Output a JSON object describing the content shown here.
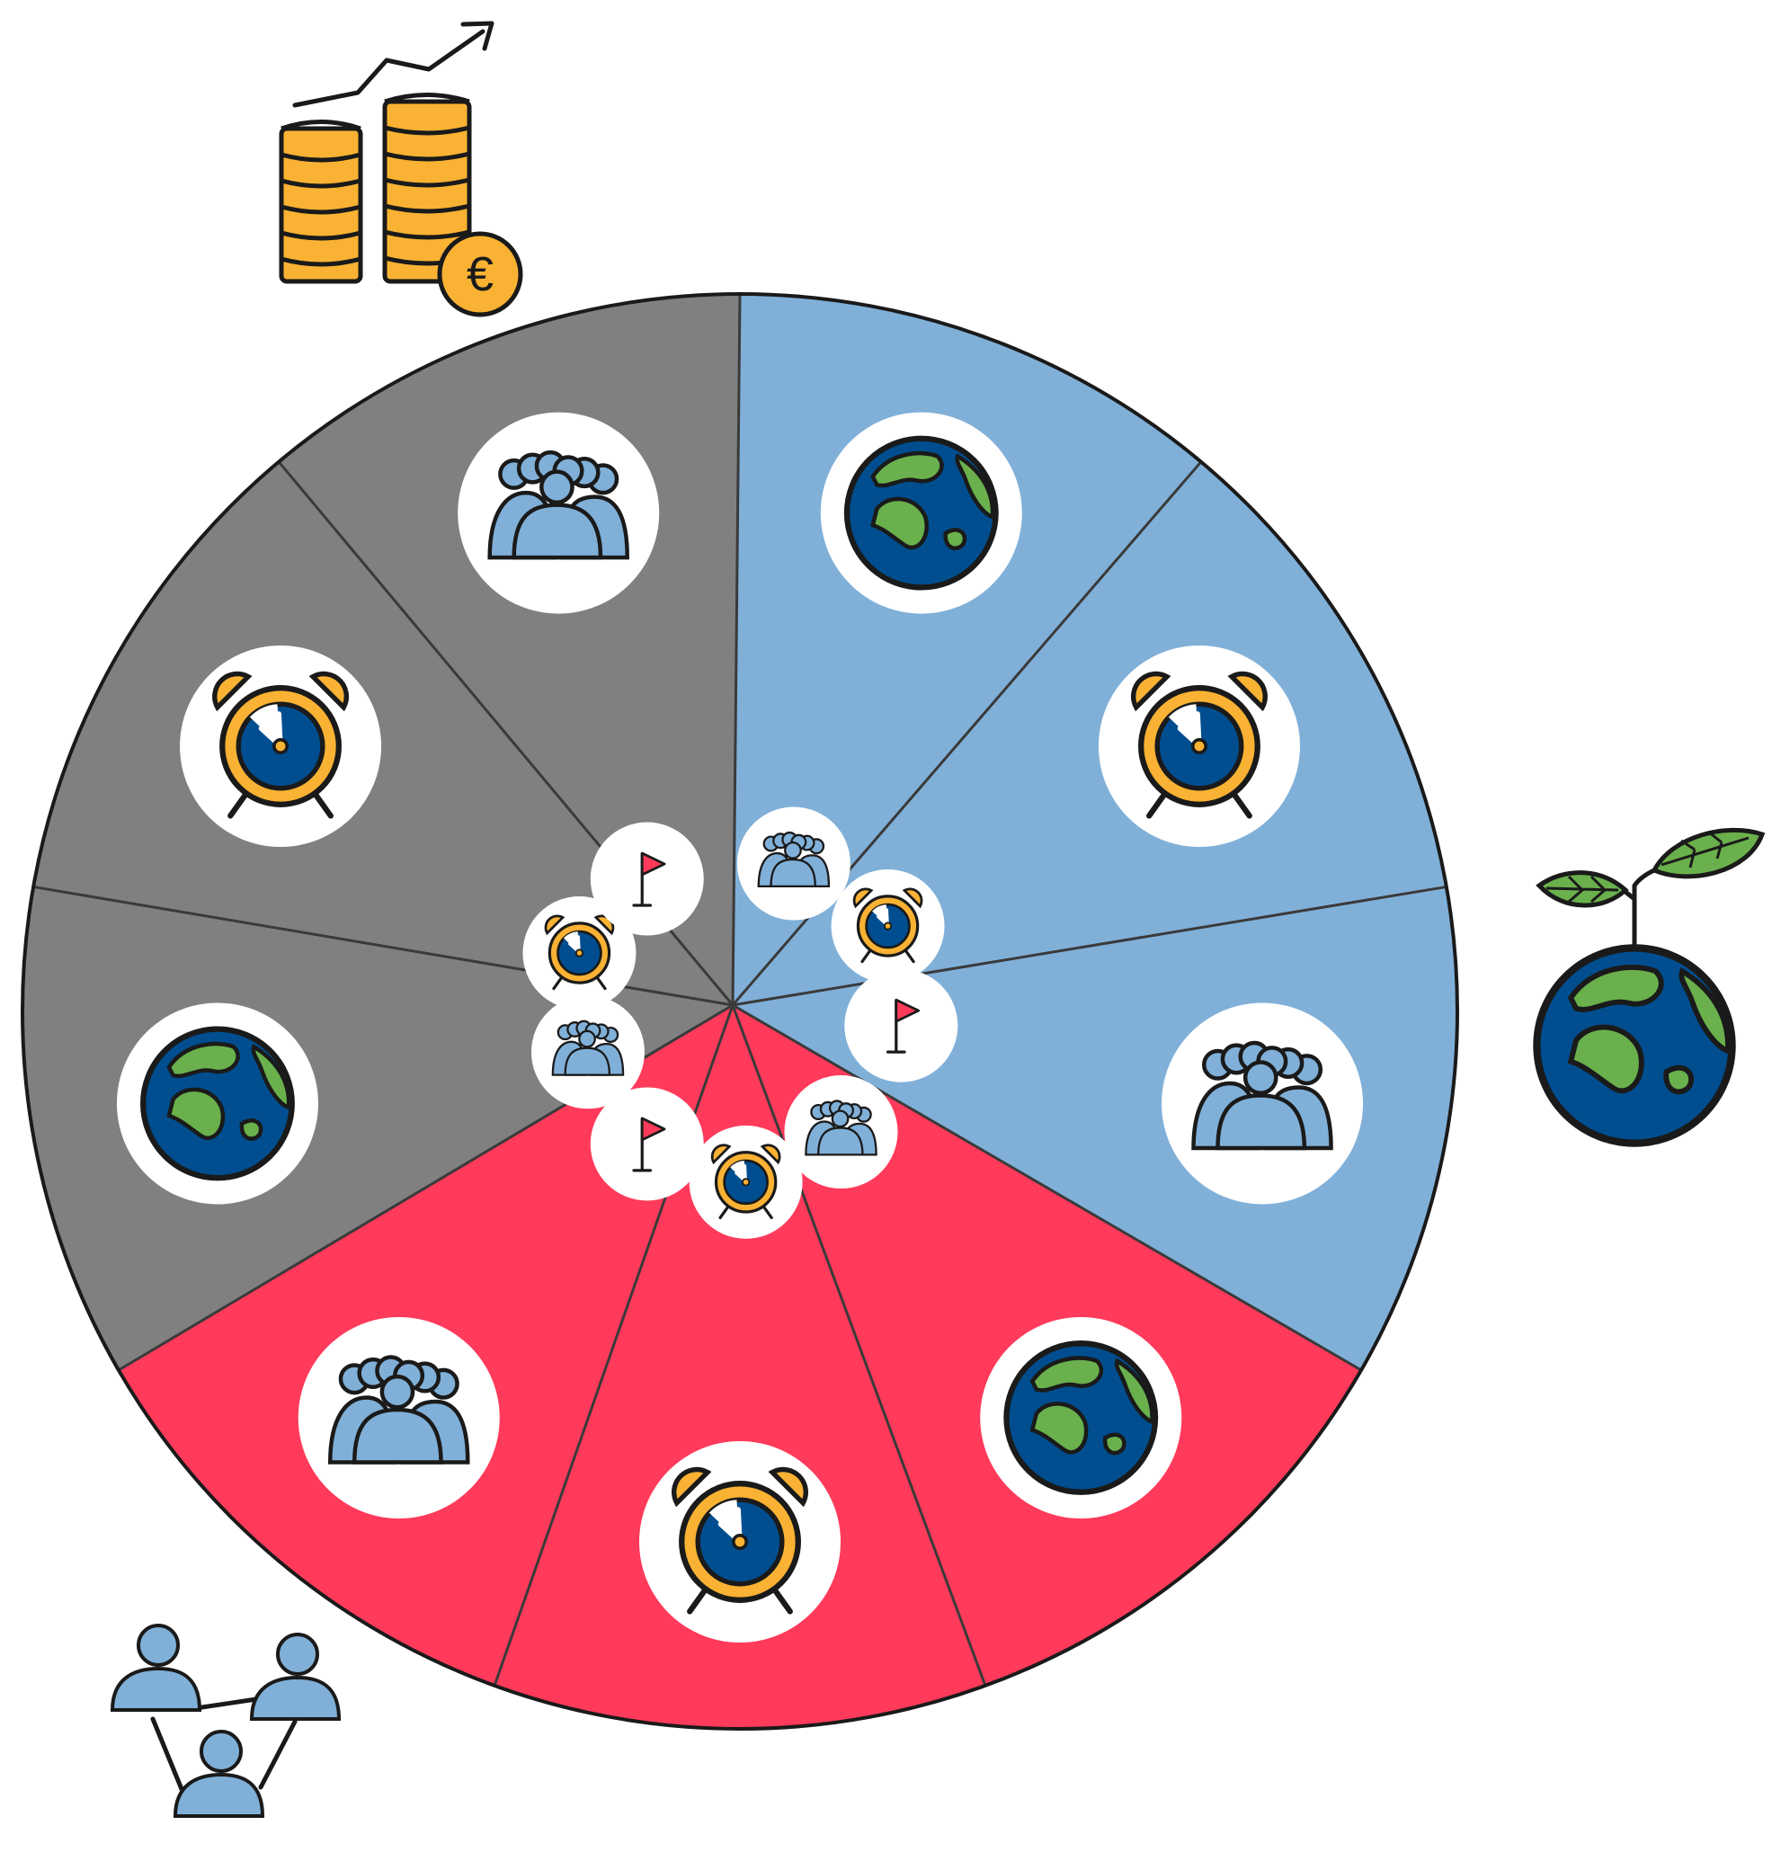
{
  "colors": {
    "economic": "#808080",
    "environmental": "#80b0d8",
    "social": "#ff3a5a",
    "white": "#ffffff",
    "outline": "#1a1a1a",
    "divider": "#3a3a3a",
    "coin": "#f9b233",
    "earth_ocean": "#004e8f",
    "earth_land": "#6ab04c",
    "people": "#80b0d8",
    "clock_ring": "#f9b233",
    "clock_face": "#004e8f",
    "flag": "#ff3a5a"
  },
  "diagram": {
    "pillars": [
      {
        "id": "economic",
        "color_key": "economic",
        "outer_icon": "coins-euro-growth-icon",
        "segments": [
          {
            "icon": "globe-icon"
          },
          {
            "icon": "alarm-clock-icon"
          },
          {
            "icon": "people-group-icon"
          }
        ]
      },
      {
        "id": "environmental",
        "color_key": "environmental",
        "outer_icon": "plant-on-earth-icon",
        "segments": [
          {
            "icon": "globe-icon"
          },
          {
            "icon": "alarm-clock-icon"
          },
          {
            "icon": "people-group-icon"
          }
        ]
      },
      {
        "id": "social",
        "color_key": "social",
        "outer_icon": "connected-people-icon",
        "segments": [
          {
            "icon": "globe-icon"
          },
          {
            "icon": "alarm-clock-icon"
          },
          {
            "icon": "people-group-icon"
          }
        ]
      }
    ],
    "inner_icons": [
      "people-group-icon",
      "alarm-clock-icon",
      "flag-icon"
    ]
  }
}
